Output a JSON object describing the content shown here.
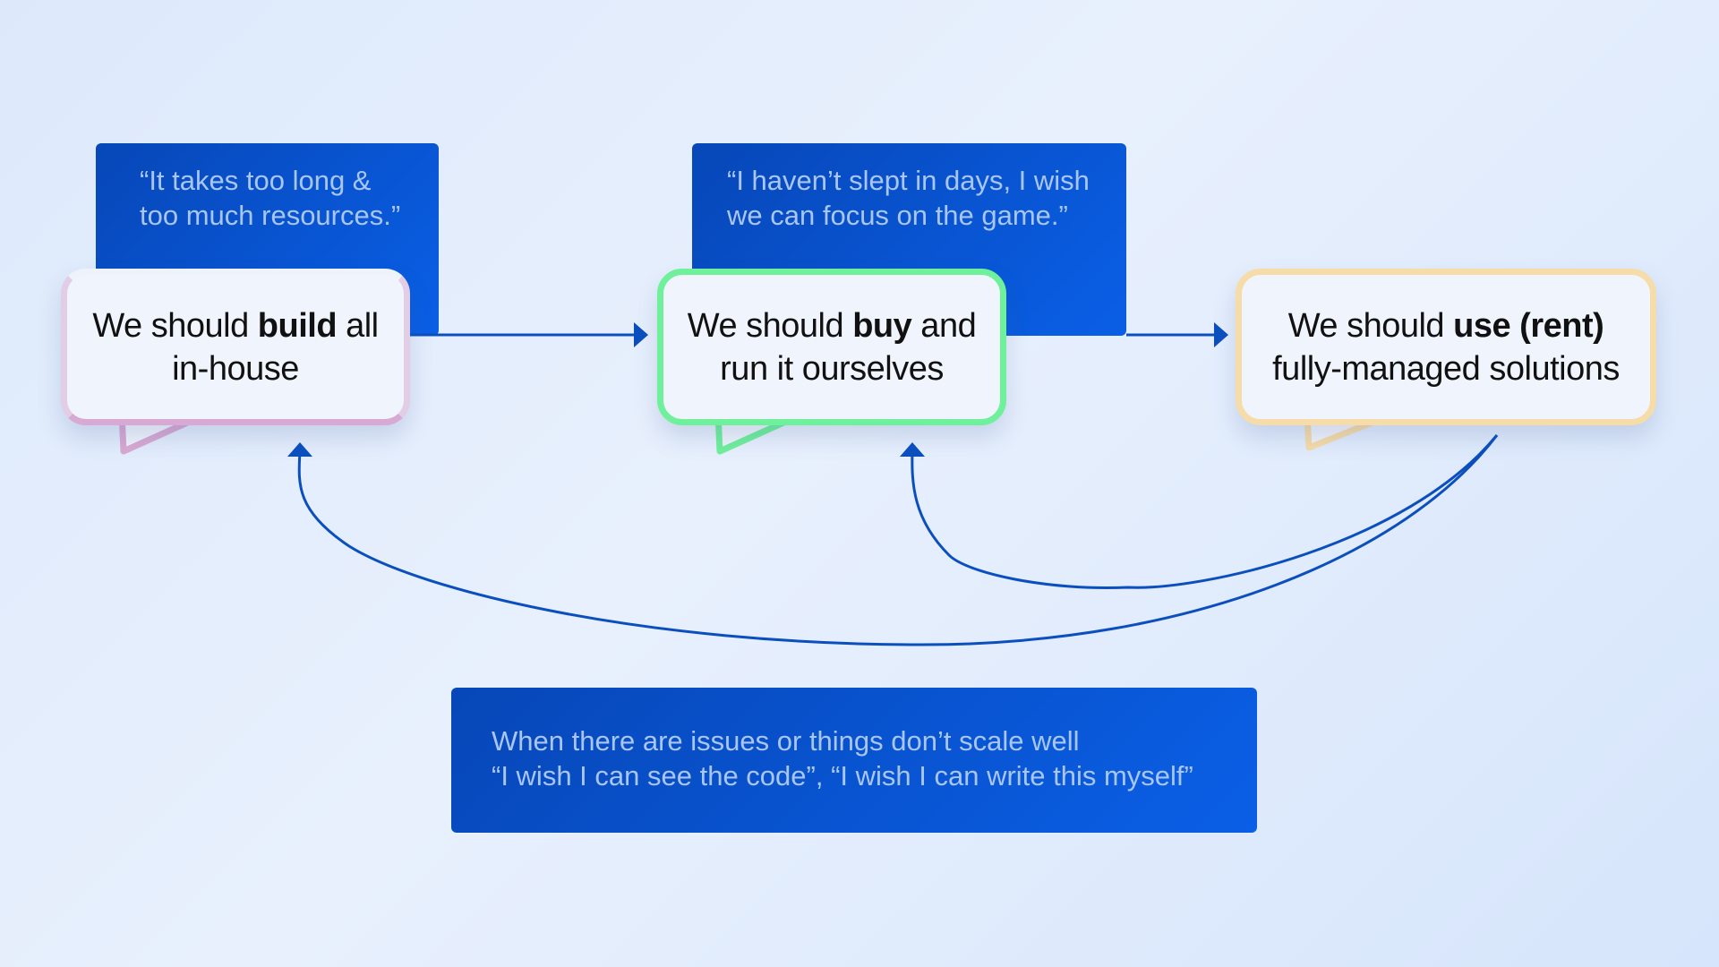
{
  "quotes": {
    "build_reason": [
      "“It takes too long &",
      "too much resources.”"
    ],
    "buy_reason": [
      "“I haven’t slept in days, I wish",
      "we can focus on the game.”"
    ],
    "rent_reason": [
      "When there are issues or things don’t scale well",
      "“I wish I can see the code”, “I wish I can write this myself”"
    ]
  },
  "bubbles": {
    "build": {
      "line1_pre": "We should ",
      "line1_bold": "build",
      "line1_post": " all",
      "line2": "in-house"
    },
    "buy": {
      "line1_pre": "We should ",
      "line1_bold": "buy",
      "line1_post": " and",
      "line2": "run it ourselves"
    },
    "rent": {
      "line1_pre": "We should ",
      "line1_bold": "use (rent)",
      "line1_post": "",
      "line2": "fully-managed solutions"
    }
  },
  "colors": {
    "arrow": "#0b4fbf",
    "build_border": "#d8a9d2",
    "buy_border": "#6ff09b",
    "rent_border": "#f6dca8",
    "quote_text": "#a9c6f3"
  }
}
